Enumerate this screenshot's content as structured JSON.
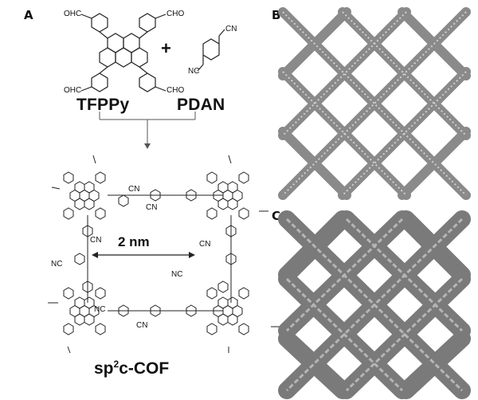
{
  "panels": {
    "a": "A",
    "b": "B",
    "c": "C"
  },
  "reactants": {
    "tfppy_name": "TFPPy",
    "pdan_name": "PDAN",
    "plus": "+",
    "aldehyde_group": "CHO",
    "aldehyde_group_left": "OHC",
    "nitrile_group": "CN",
    "nitrile_group_left": "NC"
  },
  "product": {
    "name_main": "sp",
    "name_sup": "2",
    "name_tail": "c-COF",
    "pore_size": "2 nm"
  },
  "colors": {
    "line": "#222222",
    "framework": "#8a8a8a",
    "framework_dark": "#5a5a5a"
  }
}
